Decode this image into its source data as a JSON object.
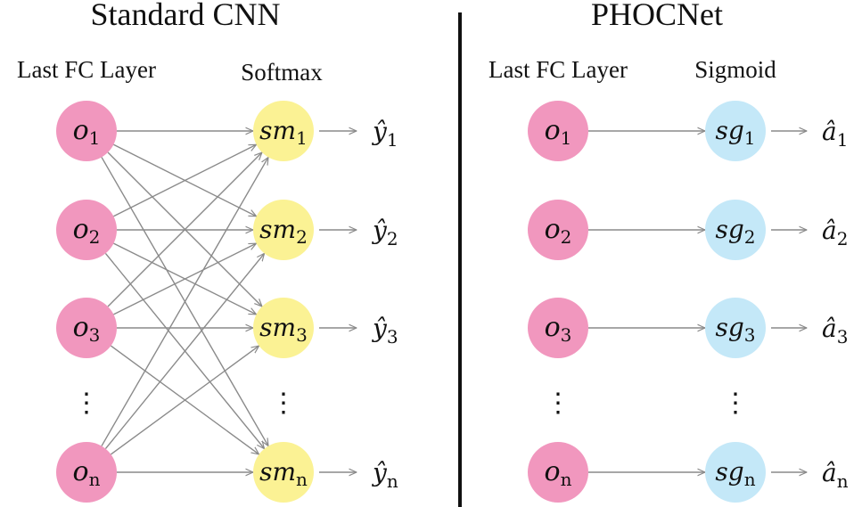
{
  "colors": {
    "output_node": "#f197be",
    "softmax_node": "#fbf294",
    "sigmoid_node": "#c4e8f8",
    "edge": "#8a8a8a",
    "divider": "#111111"
  },
  "left_panel": {
    "title": "Standard CNN",
    "input_label": "Last FC Layer",
    "activation_label": "Softmax",
    "inputs": [
      {
        "base": "o",
        "sub": "1"
      },
      {
        "base": "o",
        "sub": "2"
      },
      {
        "base": "o",
        "sub": "3"
      },
      {
        "base": "o",
        "sub": "n"
      }
    ],
    "activations": [
      {
        "base": "sm",
        "sub": "1"
      },
      {
        "base": "sm",
        "sub": "2"
      },
      {
        "base": "sm",
        "sub": "3"
      },
      {
        "base": "sm",
        "sub": "n"
      }
    ],
    "outputs": [
      {
        "base": "ŷ",
        "sub": "1"
      },
      {
        "base": "ŷ",
        "sub": "2"
      },
      {
        "base": "ŷ",
        "sub": "3"
      },
      {
        "base": "ŷ",
        "sub": "n"
      }
    ],
    "connectivity": "fully-connected"
  },
  "right_panel": {
    "title": "PHOCNet",
    "input_label": "Last FC Layer",
    "activation_label": "Sigmoid",
    "inputs": [
      {
        "base": "o",
        "sub": "1"
      },
      {
        "base": "o",
        "sub": "2"
      },
      {
        "base": "o",
        "sub": "3"
      },
      {
        "base": "o",
        "sub": "n"
      }
    ],
    "activations": [
      {
        "base": "sg",
        "sub": "1"
      },
      {
        "base": "sg",
        "sub": "2"
      },
      {
        "base": "sg",
        "sub": "3"
      },
      {
        "base": "sg",
        "sub": "n"
      }
    ],
    "outputs": [
      {
        "base": "â",
        "sub": "1"
      },
      {
        "base": "â",
        "sub": "2"
      },
      {
        "base": "â",
        "sub": "3"
      },
      {
        "base": "â",
        "sub": "n"
      }
    ],
    "connectivity": "one-to-one"
  },
  "ellipsis": "⋮"
}
